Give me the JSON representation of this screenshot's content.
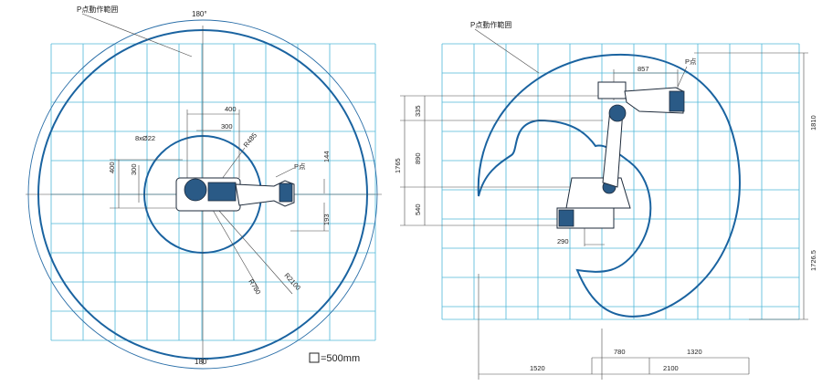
{
  "left_view": {
    "p_range_label": "P点動作範囲",
    "angle_top": "180°",
    "angle_bottom": "180'",
    "dim_400_top": "400",
    "dim_300_top": "300",
    "dim_8x22": "8xØ22",
    "dim_r485": "R485",
    "dim_p_point": "P点",
    "dim_144": "144",
    "dim_400_left": "400",
    "dim_300_left": "300",
    "dim_193": "193",
    "dim_r780": "R780",
    "dim_r2100": "R2100"
  },
  "right_view": {
    "p_range_label": "P点動作範囲",
    "dim_857": "857",
    "dim_p_point": "P点",
    "dim_335": "335",
    "dim_890": "890",
    "dim_1765": "1765",
    "dim_540": "540",
    "dim_290": "290",
    "dim_1810": "1810",
    "dim_1726_5": "1726.5",
    "dim_780": "780",
    "dim_1320": "1320",
    "dim_1520": "1520",
    "dim_2100": "2100"
  },
  "legend": {
    "label": "=500mm"
  },
  "colors": {
    "grid": "#4fb8d8",
    "envelope": "#1a63a0",
    "robot_accent": "#2a5a86"
  }
}
